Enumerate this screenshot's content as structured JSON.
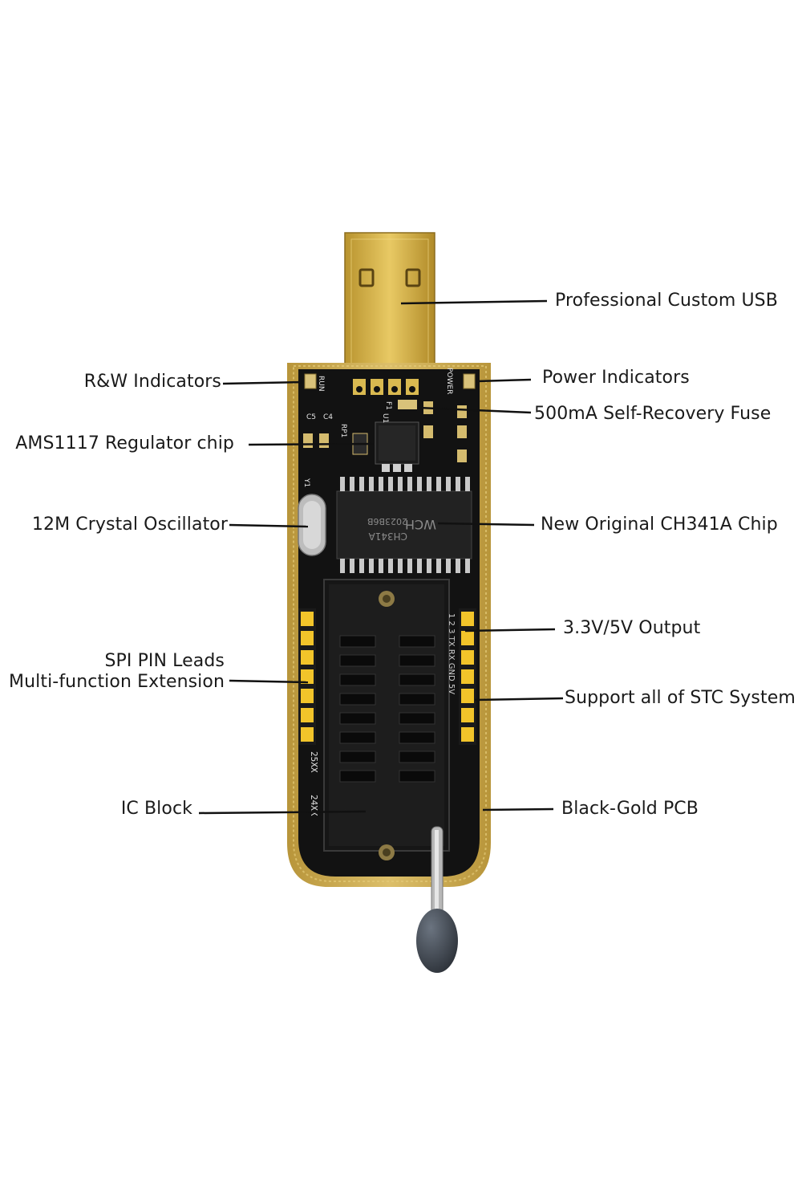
{
  "callouts": [
    {
      "id": "usb",
      "text": "Professional Custom USB"
    },
    {
      "id": "rw",
      "text": "R&W Indicators"
    },
    {
      "id": "power",
      "text": "Power Indicators"
    },
    {
      "id": "fuse",
      "text": "500mA Self-Recovery Fuse"
    },
    {
      "id": "ams",
      "text": "AMS1117 Regulator chip"
    },
    {
      "id": "crystal",
      "text": "12M Crystal Oscillator"
    },
    {
      "id": "ch341",
      "text": "New Original CH341A Chip"
    },
    {
      "id": "output",
      "text": "3.3V/5V Output"
    },
    {
      "id": "spi_line1",
      "text": "SPI PIN Leads"
    },
    {
      "id": "spi_line2",
      "text": "Multi-function Extension"
    },
    {
      "id": "stc",
      "text": "Support all of STC System"
    },
    {
      "id": "ic",
      "text": "IC Block"
    },
    {
      "id": "pcb",
      "text": "Black-Gold PCB"
    }
  ],
  "board_markings": {
    "run": "RUN",
    "power": "POWER",
    "f1": "F1",
    "u1": "U1",
    "c4": "C4",
    "c5": "C5",
    "rp1": "RP1",
    "y1": "Y1",
    "chip_brand": "WCH",
    "chip_model": "CH341A",
    "chip_lot": "2023B6B",
    "pins": "1  2  3  TX  RX  GND  5V",
    "socket_top": "25XX",
    "socket_bottom": "24XX"
  },
  "colors": {
    "pcb_black": "#111111",
    "pcb_gold": "#c9a646",
    "usb_gold": "#d4b24a",
    "header_yellow": "#f2c42a"
  }
}
